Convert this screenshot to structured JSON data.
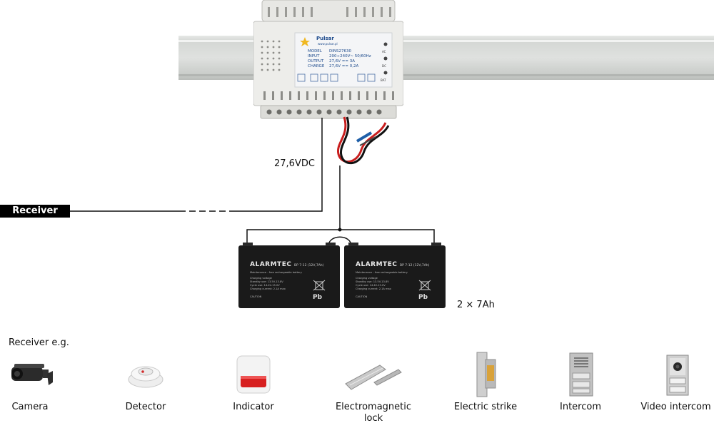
{
  "psu": {
    "brand": "Pulsar",
    "website": "www.pulsar.pl",
    "specs": [
      {
        "key": "MODEL",
        "value": "DINS27630"
      },
      {
        "key": "INPUT",
        "value": "200÷240V~ 50/60Hz"
      },
      {
        "key": "OUTPUT",
        "value": "27,6V == 3A"
      },
      {
        "key": "CHARGE",
        "value": "27,6V == 0,2A"
      }
    ],
    "leds": [
      "AC",
      "DC",
      "BAT"
    ]
  },
  "voltage_label": "27,6VDC",
  "receiver_tag": "Receiver",
  "battery": {
    "brand": "ALARMTEC",
    "model": "BP 7-12 (12V,7Ah)",
    "subtitle": "Maintenance - free rechargeable battery",
    "lines": [
      "Charging voltage",
      "Standby use: 13.5V-13.8V",
      "Cycle use: 14.4V-15.0V",
      "Charging current: 2.1A max"
    ],
    "caution": "CAUTION",
    "pb": "Pb"
  },
  "battery_count": "2 × 7Ah",
  "examples_heading": "Receiver e.g.",
  "devices": [
    {
      "name": "Camera",
      "icon": "camera-icon"
    },
    {
      "name": "Detector",
      "icon": "smoke-detector-icon"
    },
    {
      "name": "Indicator",
      "icon": "siren-indicator-icon"
    },
    {
      "name": "Electromagnetic lock",
      "icon": "electromagnetic-lock-icon"
    },
    {
      "name": "Electric strike",
      "icon": "electric-strike-icon"
    },
    {
      "name": "Intercom",
      "icon": "intercom-icon"
    },
    {
      "name": "Video intercom",
      "icon": "video-intercom-icon"
    }
  ]
}
